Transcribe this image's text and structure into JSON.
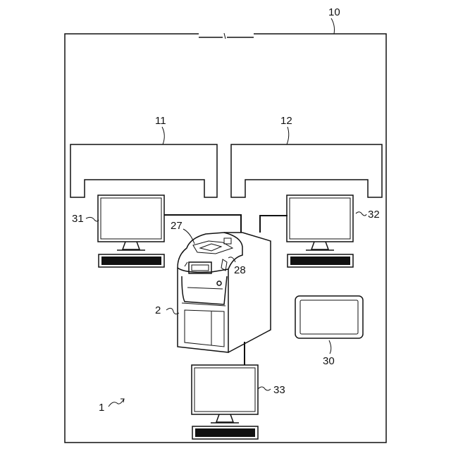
{
  "labels": {
    "room": "10",
    "counter_left": "11",
    "counter_right": "12",
    "monitor_left": "31",
    "monitor_right": "32",
    "monitor_bottom": "33",
    "machine": "2",
    "part_27": "27",
    "part_28": "28",
    "tablet": "30",
    "system": "1"
  }
}
